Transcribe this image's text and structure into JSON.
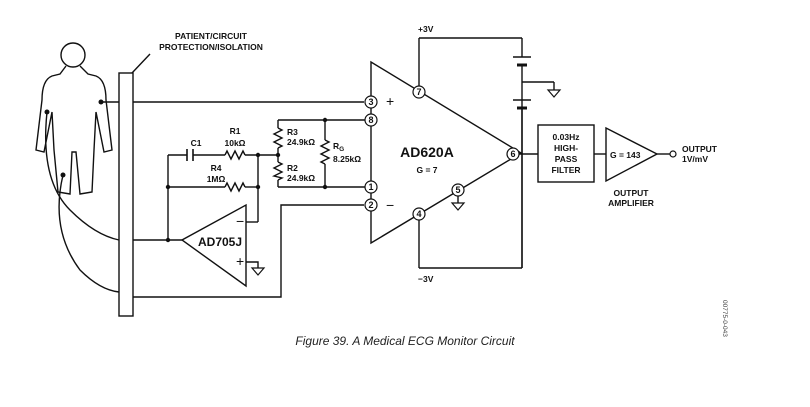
{
  "diagram": {
    "protection_label_line1": "PATIENT/CIRCUIT",
    "protection_label_line2": "PROTECTION/ISOLATION",
    "supply_positive": "+3V",
    "supply_negative": "−3V",
    "inamp": {
      "name": "AD620A",
      "gain": "G = 7",
      "pins": [
        "3",
        "8",
        "1",
        "2",
        "7",
        "4",
        "5",
        "6"
      ],
      "plus_sign": "+",
      "minus_sign": "−"
    },
    "opamp": {
      "name": "AD705J",
      "minus_sign": "−",
      "plus_sign": "+"
    },
    "components": {
      "c1": "C1",
      "r1_name": "R1",
      "r1_value": "10kΩ",
      "r4_name": "R4",
      "r4_value": "1MΩ",
      "r3_name": "R3",
      "r3_value": "24.9kΩ",
      "r2_name": "R2",
      "r2_value": "24.9kΩ",
      "rg_name": "R",
      "rg_sub": "G",
      "rg_value": "8.25kΩ"
    },
    "filter": [
      "0.03Hz",
      "HIGH-",
      "PASS",
      "FILTER"
    ],
    "amplifier": {
      "gain": "G = 143",
      "label_line1": "OUTPUT",
      "label_line2": "AMPLIFIER"
    },
    "output": {
      "line1": "OUTPUT",
      "line2": "1V/mV"
    },
    "doc_id": "00775-0-043"
  },
  "caption": "Figure 39. A Medical ECG Monitor Circuit"
}
